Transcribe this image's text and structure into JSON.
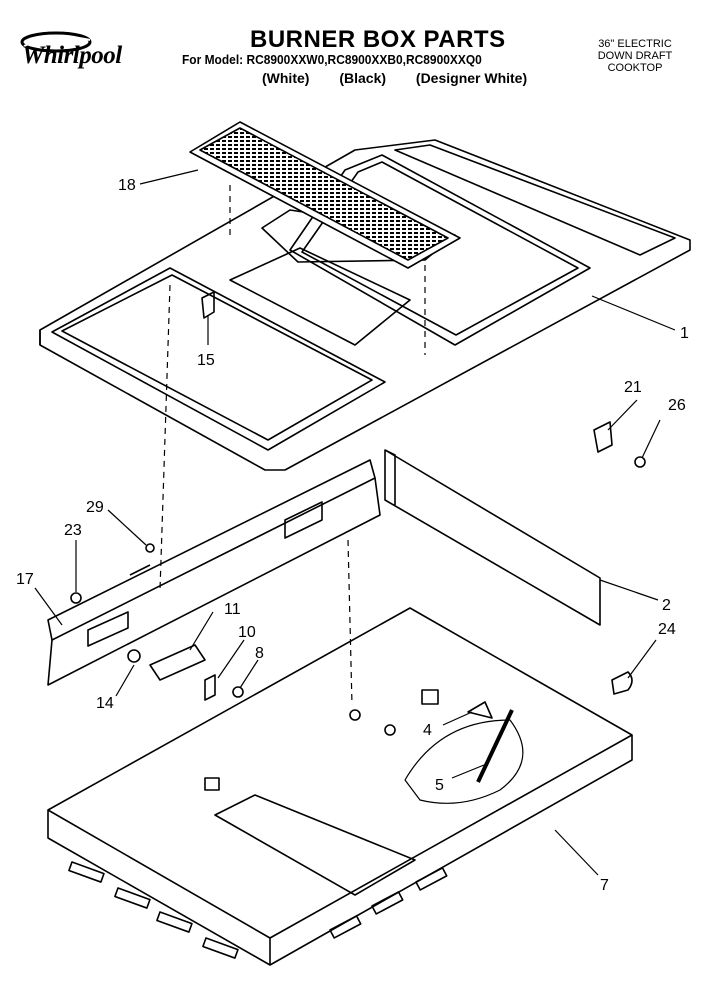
{
  "header": {
    "brand": "Whirlpool",
    "title": "BURNER BOX PARTS",
    "model_prefix": "For Model:",
    "models": "RC8900XXW0,RC8900XXB0,RC8900XXQ0",
    "variants": [
      "(White)",
      "(Black)",
      "(Designer White)"
    ],
    "product_lines": [
      "36\" ELECTRIC",
      "DOWN DRAFT",
      "COOKTOP"
    ]
  },
  "parts": {
    "p1": "1",
    "p2": "2",
    "p4": "4",
    "p5": "5",
    "p7": "7",
    "p8": "8",
    "p10": "10",
    "p11": "11",
    "p14": "14",
    "p15": "15",
    "p17": "17",
    "p18": "18",
    "p21": "21",
    "p23": "23",
    "p24": "24",
    "p26": "26",
    "p29": "29"
  }
}
